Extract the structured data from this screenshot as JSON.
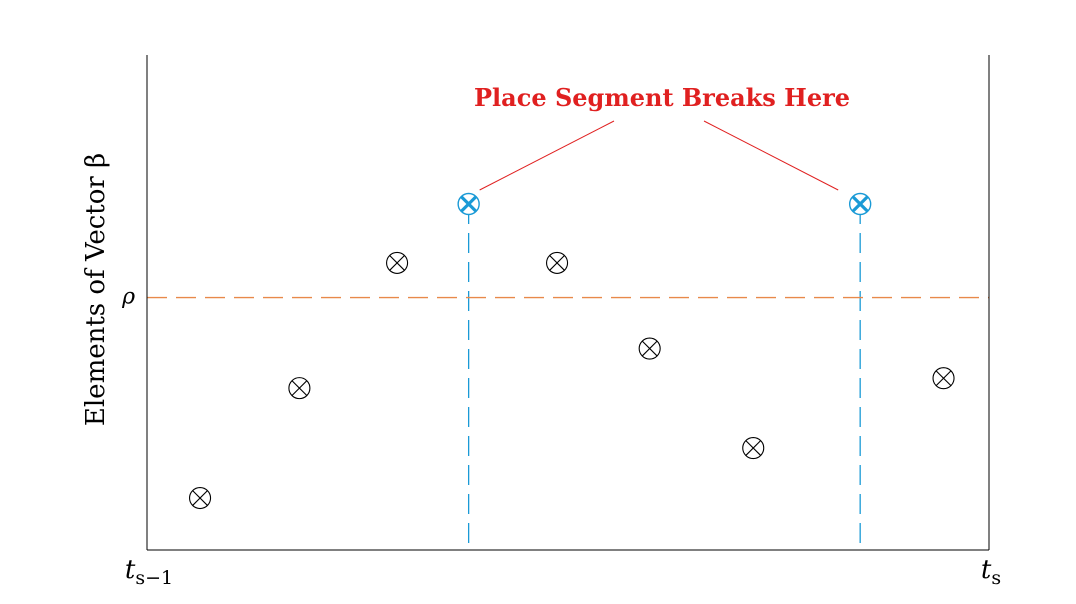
{
  "chart_data": {
    "type": "scatter",
    "title": "",
    "ylabel": "Elements of Vector β",
    "xlabel": "",
    "x_tick_labels": {
      "start_base": "t",
      "start_sub": "s−1",
      "end_base": "t",
      "end_sub": "s"
    },
    "y_tick_labels": {
      "rho": "ρ"
    },
    "xlim": [
      0,
      1
    ],
    "ylim": [
      0,
      1
    ],
    "threshold_rho": 0.51,
    "points": [
      {
        "x": 0.063,
        "y": 0.105,
        "highlight": false
      },
      {
        "x": 0.181,
        "y": 0.327,
        "highlight": false
      },
      {
        "x": 0.297,
        "y": 0.58,
        "highlight": false
      },
      {
        "x": 0.382,
        "y": 0.699,
        "highlight": true
      },
      {
        "x": 0.487,
        "y": 0.58,
        "highlight": false
      },
      {
        "x": 0.597,
        "y": 0.407,
        "highlight": false
      },
      {
        "x": 0.72,
        "y": 0.206,
        "highlight": false
      },
      {
        "x": 0.847,
        "y": 0.699,
        "highlight": true
      },
      {
        "x": 0.946,
        "y": 0.347,
        "highlight": false
      }
    ],
    "annotation": "Place Segment Breaks Here",
    "grid": false,
    "colors": {
      "axis": "#000000",
      "threshold": "#e8894a",
      "break_lines": "#1a9ad6",
      "annotation": "#e02020",
      "points": "#000000"
    }
  }
}
